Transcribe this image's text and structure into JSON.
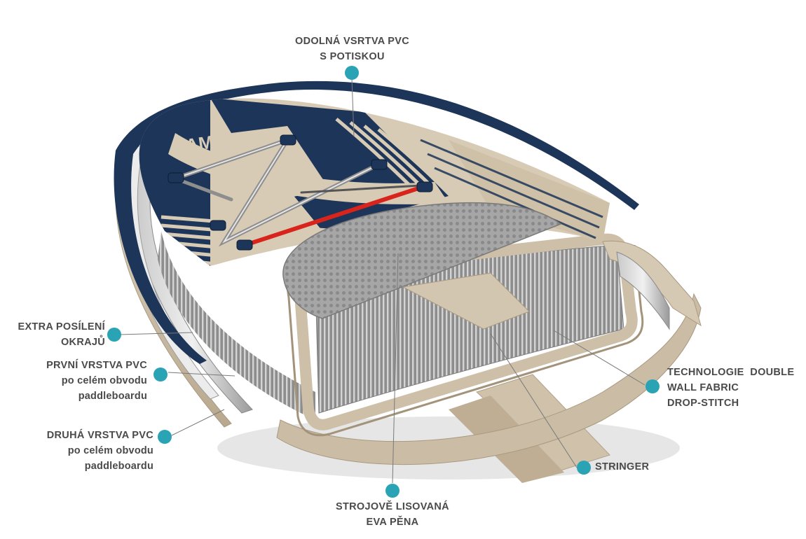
{
  "colors": {
    "navy": "#1c3558",
    "beige": "#d8cbb6",
    "beige_dark": "#b9a98f",
    "red": "#d9241c",
    "teal_dot": "#2aa3b5",
    "foam": "#9c9c9c",
    "stitch": "#b5b5b5",
    "text": "#4a4a4a"
  },
  "labels": {
    "top": {
      "line1": "ODOLNÁ VSRTVA PVC",
      "line2": "S POTISKOU"
    },
    "extra": {
      "line1": "EXTRA POSÍLENÍ",
      "line2": "OKRAJŮ"
    },
    "prvni": {
      "line1": "PRVNÍ VRSTVA PVC",
      "line2": "po celém obvodu",
      "line3": "paddleboardu"
    },
    "druha": {
      "line1": "DRUHÁ VRSTVA PVC",
      "line2": "po celém obvodu",
      "line3": "paddleboardu"
    },
    "technologie": {
      "line1": "TECHNOLOGIE  DOUBLE",
      "line2": "WALL FABRIC",
      "line3": "DROP-STITCH"
    },
    "stringer": {
      "line1": "STRINGER"
    },
    "eva": {
      "line1": "STROJOVĚ LISOVANÁ",
      "line2": "EVA PĚNA"
    }
  },
  "board_logo": "AM"
}
